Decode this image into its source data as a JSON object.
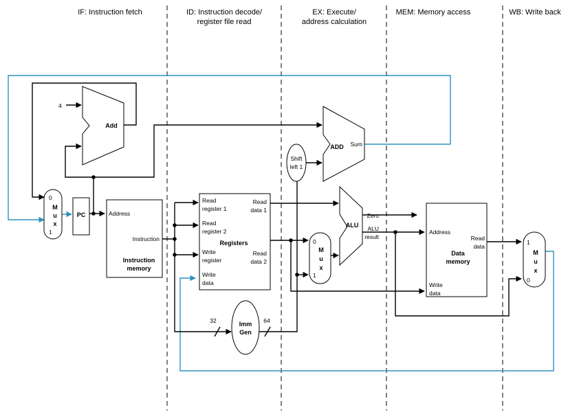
{
  "stages": [
    "IF: Instruction fetch",
    "ID: Instruction decode/",
    "register file read",
    "EX: Execute/",
    "address calculation",
    "MEM: Memory access",
    "WB: Write back"
  ],
  "pc_mux": {
    "zero": "0",
    "letters": [
      "M",
      "u",
      "x"
    ],
    "one": "1"
  },
  "pc": "PC",
  "add": {
    "four": "4",
    "label": "Add"
  },
  "add2": {
    "label": "ADD",
    "sum": "Sum"
  },
  "shift": [
    "Shift",
    "left 1"
  ],
  "instr_mem": {
    "address": "Address",
    "instruction": "Instruction",
    "name": [
      "Instruction",
      "memory"
    ]
  },
  "registers": {
    "read_reg1": [
      "Read",
      "register 1"
    ],
    "read_reg2": [
      "Read",
      "register 2"
    ],
    "write_reg": [
      "Write",
      "register"
    ],
    "write_data": [
      "Write",
      "data"
    ],
    "read_data1": [
      "Read",
      "data 1"
    ],
    "read_data2": [
      "Read",
      "data 2"
    ],
    "name": "Registers"
  },
  "imm_gen": {
    "name": [
      "Imm",
      "Gen"
    ],
    "in_bits": "32",
    "out_bits": "64"
  },
  "alu_mux": {
    "zero": "0",
    "letters": [
      "M",
      "u",
      "x"
    ],
    "one": "1"
  },
  "alu": {
    "name": "ALU",
    "zero": "Zero",
    "result": [
      "ALU",
      "result"
    ]
  },
  "data_mem": {
    "address": "Address",
    "write_data": [
      "Write",
      "data"
    ],
    "read_data": [
      "Read",
      "data"
    ],
    "name": [
      "Data",
      "memory"
    ]
  },
  "wb_mux": {
    "one": "1",
    "letters": [
      "M",
      "u",
      "x"
    ],
    "zero": "0"
  },
  "colors": {
    "wire": "#000000",
    "feedback_wire": "#2f8fc1"
  }
}
